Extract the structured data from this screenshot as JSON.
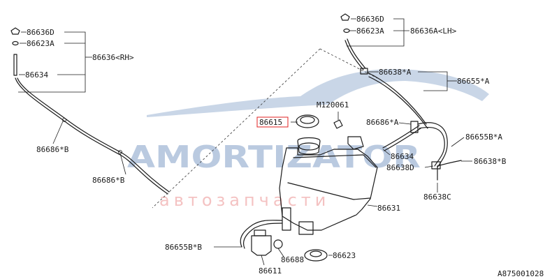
{
  "colors": {
    "ink": "#1a1a1a",
    "highlight": "#e02020",
    "watermark_blue": "#9db4d4",
    "watermark_red": "#f3b8b8"
  },
  "watermark": {
    "brand": "AMORTIZATOR",
    "subtitle": "автозапчасти"
  },
  "diagram_id": "A875001028",
  "labels": {
    "p86636D_rh": "86636D",
    "p86623A_rh": "86623A",
    "p86636_rh": "86636<RH>",
    "p86634_rh": "86634",
    "p86686B_1": "86686*B",
    "p86686B_2": "86686*B",
    "p86636D_lh": "86636D",
    "p86623A_lh": "86623A",
    "p86636A_lh": "86636A<LH>",
    "p86638A": "86638*A",
    "p86655A": "86655*A",
    "pM120061": "M120061",
    "p86615": "86615",
    "p86686A": "86686*A",
    "p86655BA": "86655B*A",
    "p86634_b": "86634",
    "p86638D": "86638D",
    "p86638B": "86638*B",
    "p86638C": "86638C",
    "p86631": "86631",
    "p86655BB": "86655B*B",
    "p86688": "86688",
    "p86623": "86623",
    "p86611": "86611"
  }
}
